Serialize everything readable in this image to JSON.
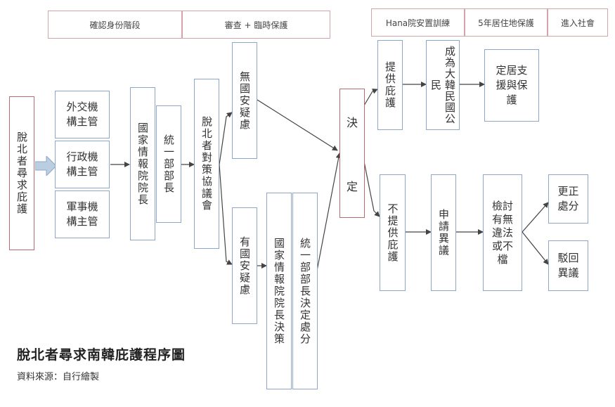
{
  "headers": {
    "identify": "確認身份階段",
    "review": "審查 + 臨時保護",
    "hana": "Hana院安置訓練",
    "residence": "5年居住地保護",
    "society": "進入社會"
  },
  "nodes": {
    "defector": "脫北者尋求庇護",
    "foreign": "外交機\n構主管",
    "admin": "行政機\n構主管",
    "military": "軍事機\n構主管",
    "nis": "國家情報院院長",
    "unification": "統一部部長",
    "council": "脫北者對策協議會",
    "no_suspicion": "無國安疑慮",
    "suspicion": "有國安疑慮",
    "nis_decide": "國家情報院院長決策",
    "unif_decide": "統一部部長決定處分",
    "decision_top": "決",
    "decision_bottom": "定",
    "provide": "提供庇護",
    "citizen": "成為大韓民國公民",
    "support": "定居支\n援與保\n護",
    "not_provide": "不提供庇護",
    "appeal": "申請異議",
    "review_illegal": "檢討\n有無\n違法\n或不\n檔",
    "correct": "更正\n處分",
    "reject": "駁回\n異議"
  },
  "footer": {
    "title": "脫北者尋求南韓庇護程序圖",
    "source": "資料來源：自行繪製"
  },
  "colors": {
    "box_border": "#8fa6cc",
    "accent_border": "#b76a70",
    "header_border": "#d6a4a8",
    "arrow": "#444444",
    "big_arrow": "#b9cfe0"
  }
}
